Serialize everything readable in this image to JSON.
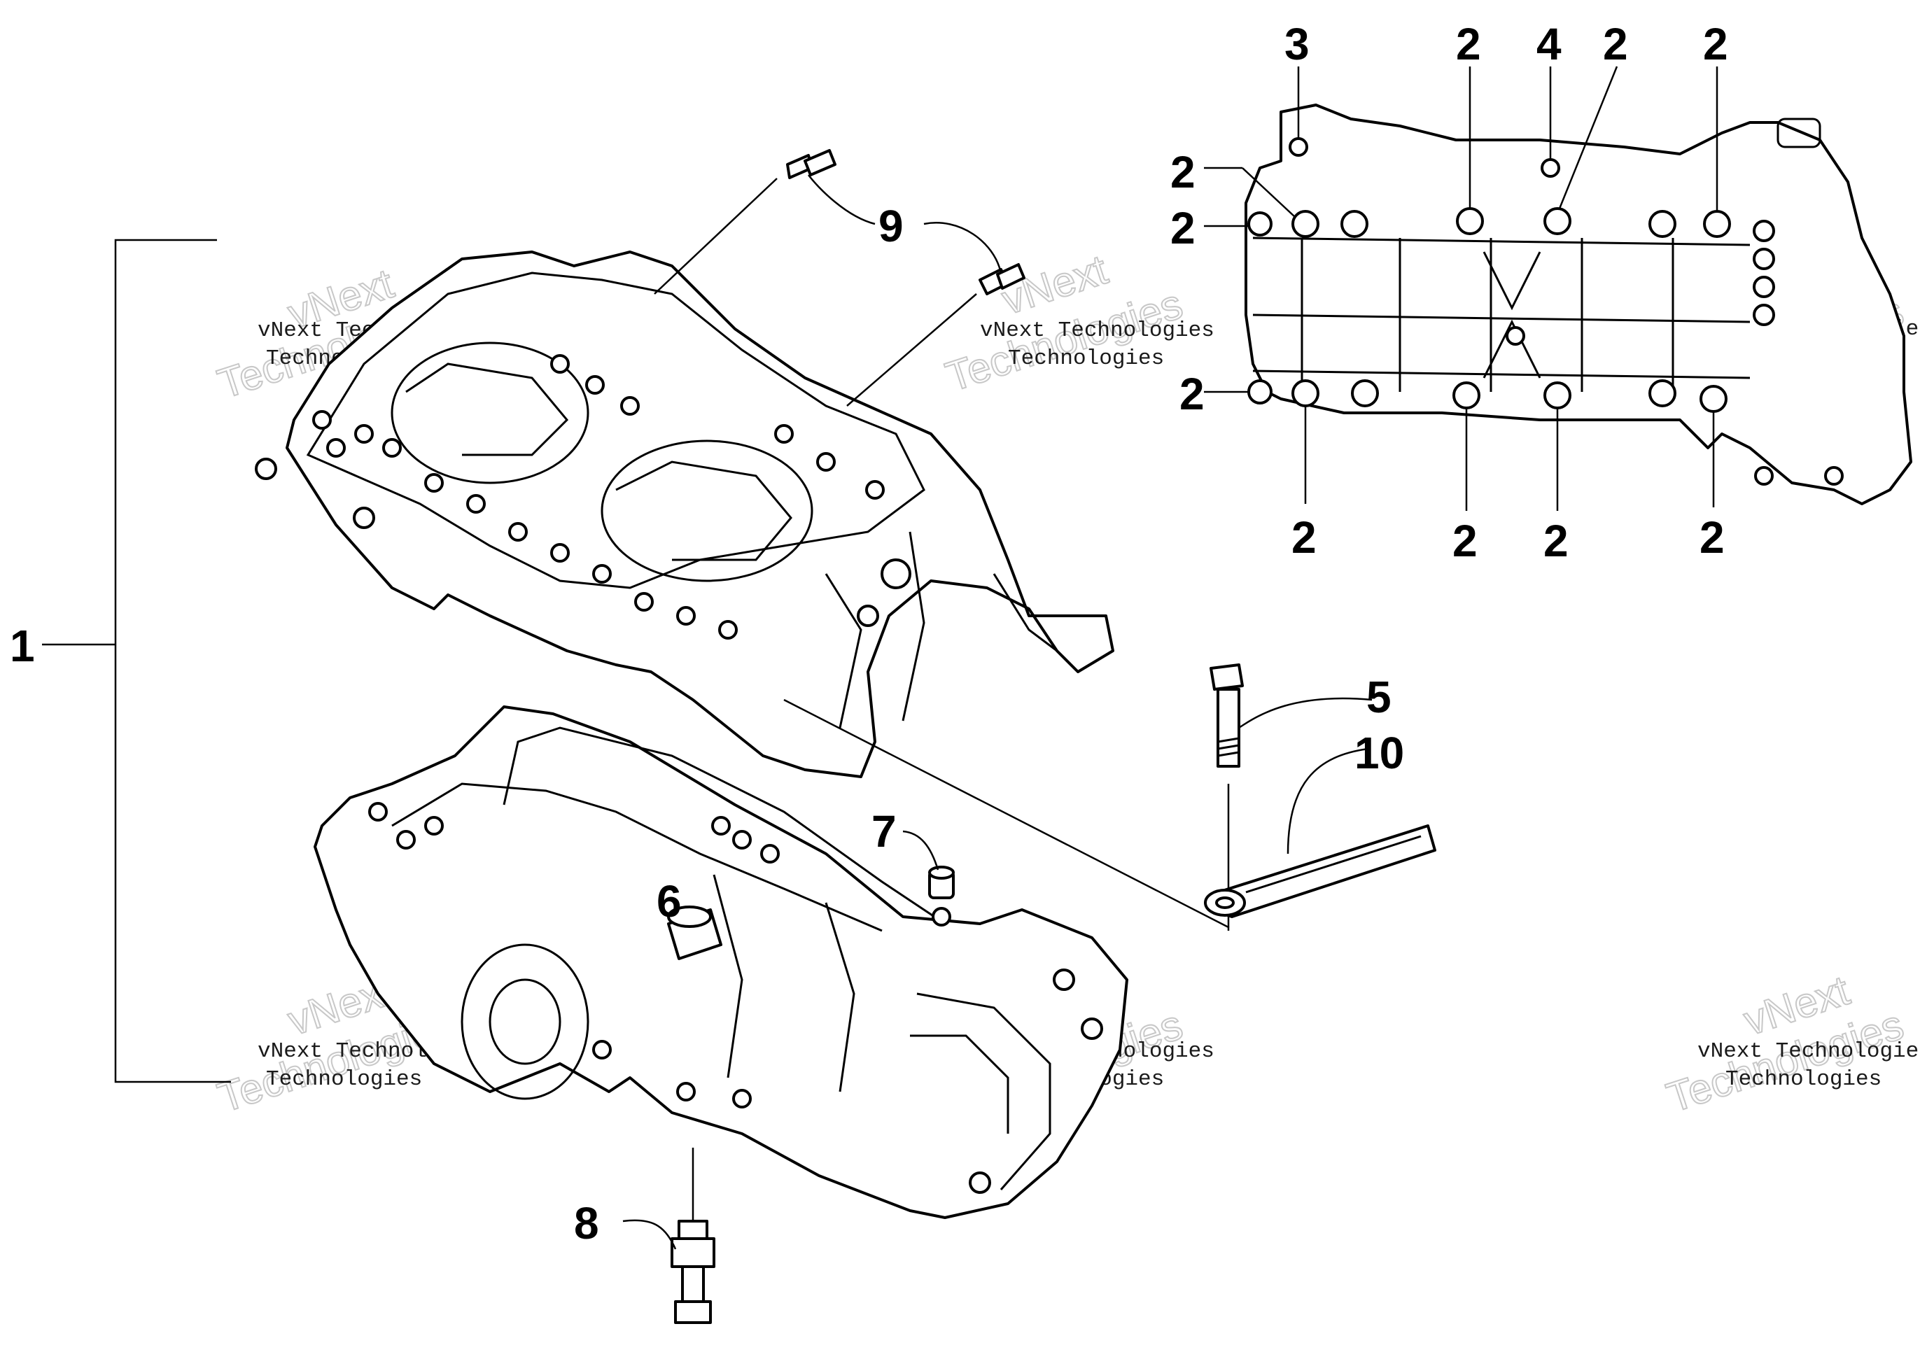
{
  "watermark": {
    "line1": "vNext",
    "line2": "Technologies",
    "small": "vNext Technologies"
  },
  "callouts": {
    "c1": "1",
    "c2": "2",
    "c3": "3",
    "c4": "4",
    "c5": "5",
    "c6": "6",
    "c7": "7",
    "c8": "8",
    "c9": "9",
    "c10": "10"
  }
}
